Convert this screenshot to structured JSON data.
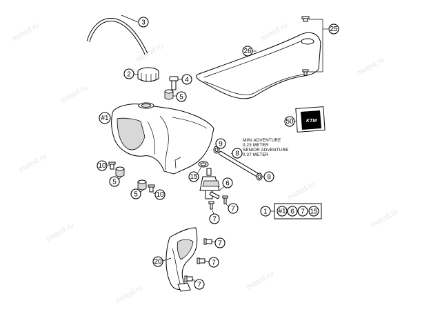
{
  "watermark": "motod.ru",
  "callouts": [
    {
      "id": "c3",
      "label": "3"
    },
    {
      "id": "c2",
      "label": "2"
    },
    {
      "id": "c4",
      "label": "4"
    },
    {
      "id": "c5a",
      "label": "5"
    },
    {
      "id": "c1tank",
      "label": "#1"
    },
    {
      "id": "c10a",
      "label": "10"
    },
    {
      "id": "c5b",
      "label": "5"
    },
    {
      "id": "c5c",
      "label": "5"
    },
    {
      "id": "c10b",
      "label": "10"
    },
    {
      "id": "c15",
      "label": "15"
    },
    {
      "id": "c6",
      "label": "6"
    },
    {
      "id": "c9a",
      "label": "9"
    },
    {
      "id": "c8",
      "label": "8"
    },
    {
      "id": "c9b",
      "label": "9"
    },
    {
      "id": "c7a",
      "label": "7"
    },
    {
      "id": "c7b",
      "label": "7"
    },
    {
      "id": "c7c",
      "label": "7"
    },
    {
      "id": "c7d",
      "label": "7"
    },
    {
      "id": "c7e",
      "label": "7"
    },
    {
      "id": "c20",
      "label": "20"
    },
    {
      "id": "c25",
      "label": "25"
    },
    {
      "id": "c26",
      "label": "26"
    },
    {
      "id": "c50",
      "label": "50"
    },
    {
      "id": "c1",
      "label": "1"
    }
  ],
  "hose_note": {
    "line1": "MINI ADVENTURE",
    "line2": "0,23 METER",
    "line3": "SENIOR ADVENTURE",
    "line4": "0,37 METER"
  },
  "kit": {
    "items": [
      "#1",
      "6",
      "7",
      "15"
    ]
  },
  "decal": {
    "brand": "KTM"
  }
}
